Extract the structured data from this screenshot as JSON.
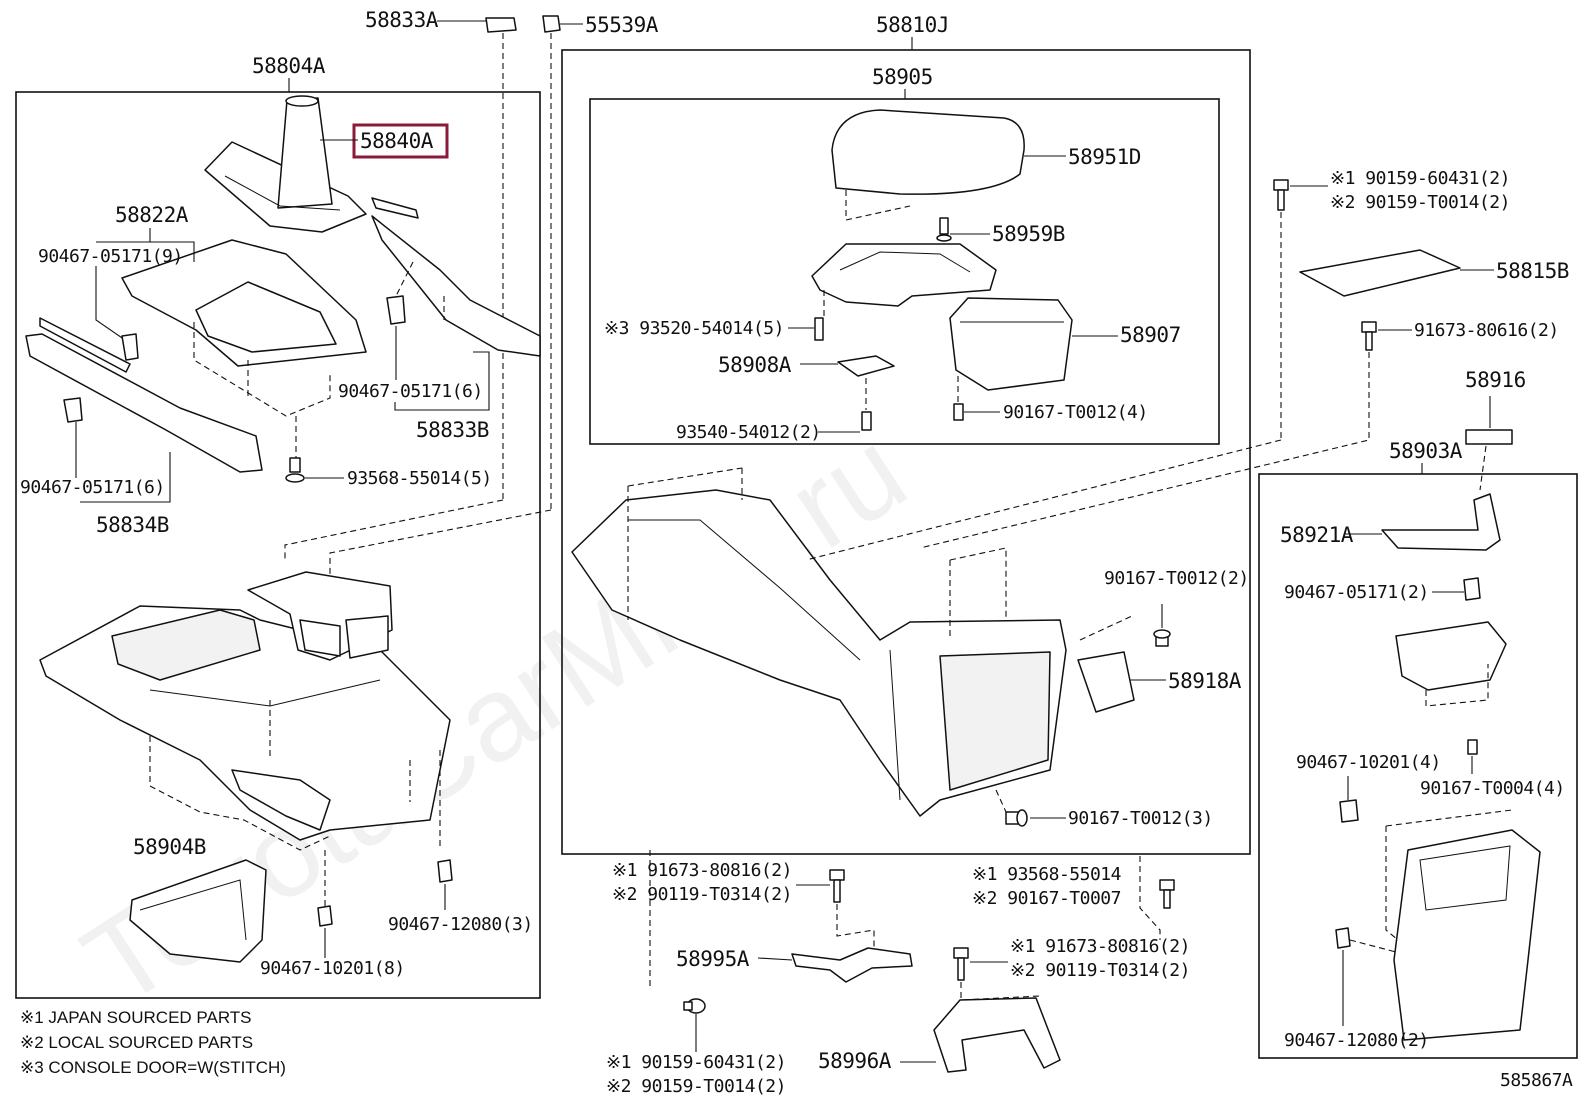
{
  "watermark": "ToyotaCarMine.ru",
  "diagram_id": "585867A",
  "highlighted_part": "58840A",
  "group_labels": {
    "left_group": "58804A",
    "center_group": "58810J",
    "armrest_group": "58905",
    "right_group": "58903A"
  },
  "parts": {
    "p58833A": "58833A",
    "p55539A": "55539A",
    "p58840A": "58840A",
    "p58822A": "58822A",
    "p90467_05171_9": "90467-05171(9)",
    "p90467_05171_6a": "90467-05171(6)",
    "p58833B": "58833B",
    "p90467_05171_6b": "90467-05171(6)",
    "p58834B": "58834B",
    "p93568_55014_5": "93568-55014(5)",
    "p58904B": "58904B",
    "p90467_10201_8": "90467-10201(8)",
    "p90467_12080_3": "90467-12080(3)",
    "p58951D": "58951D",
    "p58959B": "58959B",
    "p93520_54014_5": "※3 93520-54014(5)",
    "p58907": "58907",
    "p58908A": "58908A",
    "p90167_T0012_4": "90167-T0012(4)",
    "p93540_54012_2": "93540-54012(2)",
    "p90167_T0012_2": "90167-T0012(2)",
    "p58918A": "58918A",
    "p90167_T0012_3": "90167-T0012(3)",
    "p91673_80816_2a_1": "※1 91673-80816(2)",
    "p91673_80816_2a_2": "※2 90119-T0314(2)",
    "p58995A": "58995A",
    "p90159_60431_b1": "※1 90159-60431(2)",
    "p90159_60431_b2": "※2 90159-T0014(2)",
    "p93568_55014_1": "※1 93568-55014",
    "p93568_55014_2": "※2 90167-T0007",
    "p91673_80816_2b_1": "※1 91673-80816(2)",
    "p91673_80816_2b_2": "※2 90119-T0314(2)",
    "p58996A": "58996A",
    "p90159_60431_a1": "※1 90159-60431(2)",
    "p90159_60431_a2": "※2 90159-T0014(2)",
    "p58815B": "58815B",
    "p91673_80616_2": "91673-80616(2)",
    "p58916": "58916",
    "p58921A": "58921A",
    "p90467_05171_2": "90467-05171(2)",
    "p90467_10201_4": "90467-10201(4)",
    "p90167_T0004_4": "90167-T0004(4)",
    "p90467_12080_2": "90467-12080(2)"
  },
  "notes": [
    "※1 JAPAN SOURCED PARTS",
    "※2 LOCAL SOURCED PARTS",
    "※3 CONSOLE DOOR=W(STITCH)"
  ]
}
